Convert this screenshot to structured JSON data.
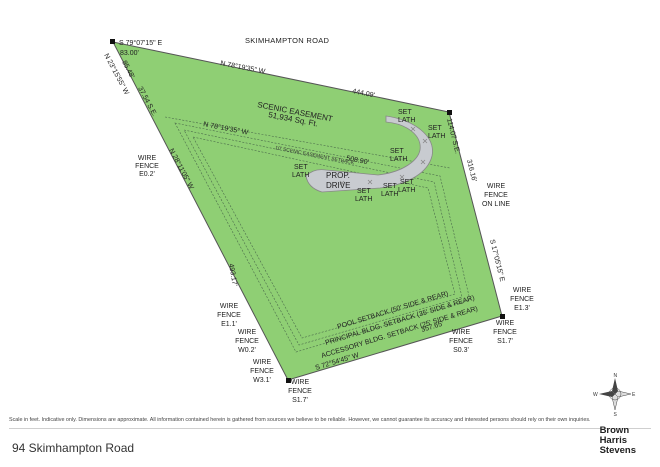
{
  "road_label": "SKIMHAMPTON ROAD",
  "colors": {
    "lot_fill": "#8fcf74",
    "lot_edge": "#555555",
    "drive_fill": "#c8cbd0",
    "setback_line": "#4a6a4a"
  },
  "boundary": {
    "top_corner_bearing": "S 79°07'15\" E",
    "top_corner_distance": "83.00'",
    "north_line_bearing": "N 78°19'35\" W",
    "north_line_distance": "444.09'",
    "northwest_short_1": "85.48'",
    "northwest_short_2": "37.54 S.E.",
    "northwest_bearing": "N 23°15'55\" W",
    "inner_bearing": "N 78°19'35\" W",
    "inner_distance": "508.90'",
    "west_bearing": "N 28°11'05\" W",
    "west_distance": "493.17'",
    "east_short_distance": "114.07 S.E.",
    "east_distance": "316.16'",
    "east_bearing": "S 17°05'15\" E",
    "south_bearing": "S 72°54'45\" W",
    "south_distance": "357.65'"
  },
  "easement": {
    "title": "SCENIC EASEMENT",
    "area": "51,934 Sq. Ft.",
    "setback_note": "10' SCENIC EASEMENT SETBACK"
  },
  "setbacks": {
    "pool": "POOL SETBACK (50' SIDE & REAR)",
    "principal": "PRINCIPAL BLDG. SETBACK (35' SIDE & REAR)",
    "accessory": "ACCESSORY BLDG. SETBACK (25' SIDE & REAR)"
  },
  "drive": {
    "line1": "PROP.",
    "line2": "DRIVE"
  },
  "set_lath": {
    "line1": "SET",
    "line2": "LATH"
  },
  "fences": {
    "wire_e02": [
      "WIRE",
      "FENCE",
      "E0.2'"
    ],
    "wire_online": [
      "WIRE",
      "FENCE",
      "ON LINE"
    ],
    "wire_e13": [
      "WIRE",
      "FENCE",
      "E1.3'"
    ],
    "wire_s17_right": [
      "WIRE",
      "FENCE",
      "S1.7'"
    ],
    "wire_s03": [
      "WIRE",
      "FENCE",
      "S0.3'"
    ],
    "wire_e11": [
      "WIRE",
      "FENCE",
      "E1.1'"
    ],
    "wire_w02": [
      "WIRE",
      "FENCE",
      "W0.2'"
    ],
    "wire_w31": [
      "WIRE",
      "FENCE",
      "W3.1'"
    ],
    "wire_s17_bottom": [
      "WIRE",
      "FENCE",
      "S1.7'"
    ]
  },
  "compass": {
    "n": "N",
    "s": "S",
    "e": "E",
    "w": "W"
  },
  "disclaimer": "Scale in feet. Indicative only. Dimensions are approximate. All information contained herein is gathered from sources we believe to be reliable. However, we cannot guarantee its accuracy and interested persons should rely on their own inquiries.",
  "address": "94 Skimhampton Road",
  "brand": [
    "Brown",
    "Harris",
    "Stevens"
  ]
}
